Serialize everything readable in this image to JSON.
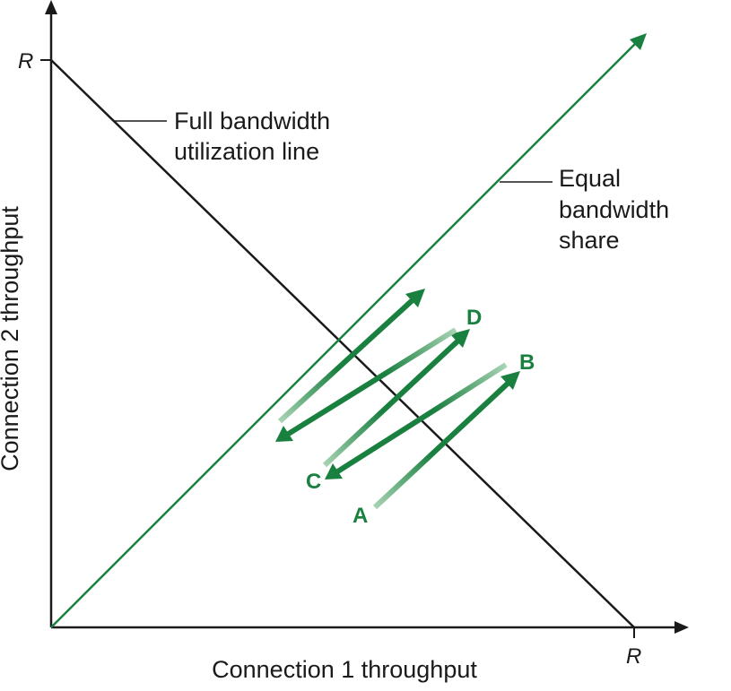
{
  "axes": {
    "x_label": "Connection 1 throughput",
    "y_label": "Connection 2 throughput",
    "x_max_label": "R",
    "y_max_label": "R"
  },
  "full_bandwidth_label": {
    "line1": "Full bandwidth",
    "line2": "utilization line"
  },
  "equal_share_label": {
    "line1": "Equal",
    "line2": "bandwidth",
    "line3": "share"
  },
  "points": {
    "a": "A",
    "b": "B",
    "c": "C",
    "d": "D"
  },
  "colors": {
    "axis": "#1a1a1a",
    "green": "#1a8040",
    "green_faded": "#a8d4b4"
  }
}
